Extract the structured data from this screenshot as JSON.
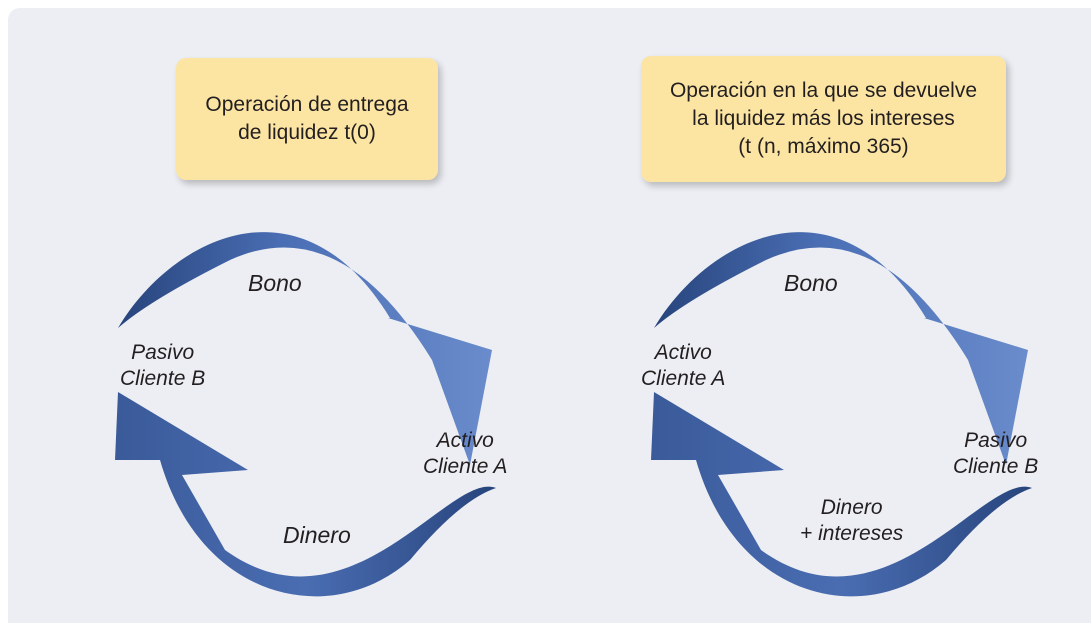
{
  "colors": {
    "panel": "#eceef3",
    "box": "#fce5a3",
    "arrow_dark": "#27447c",
    "arrow_light": "#6688c6"
  },
  "left": {
    "box_lines": [
      "Operación de entrega",
      "de liquidez t(0)"
    ],
    "top_arrow": "Bono",
    "bottom_arrow": "Dinero",
    "left_party": [
      "Pasivo",
      "Cliente B"
    ],
    "right_party": [
      "Activo",
      "Cliente A"
    ]
  },
  "right": {
    "box_lines": [
      "Operación en la que se devuelve",
      "la liquidez más los intereses",
      "(t (n, máximo 365)"
    ],
    "top_arrow": "Bono",
    "bottom_arrow": [
      "Dinero",
      "+ intereses"
    ],
    "left_party": [
      "Activo",
      "Cliente A"
    ],
    "right_party": [
      "Pasivo",
      "Cliente B"
    ]
  }
}
